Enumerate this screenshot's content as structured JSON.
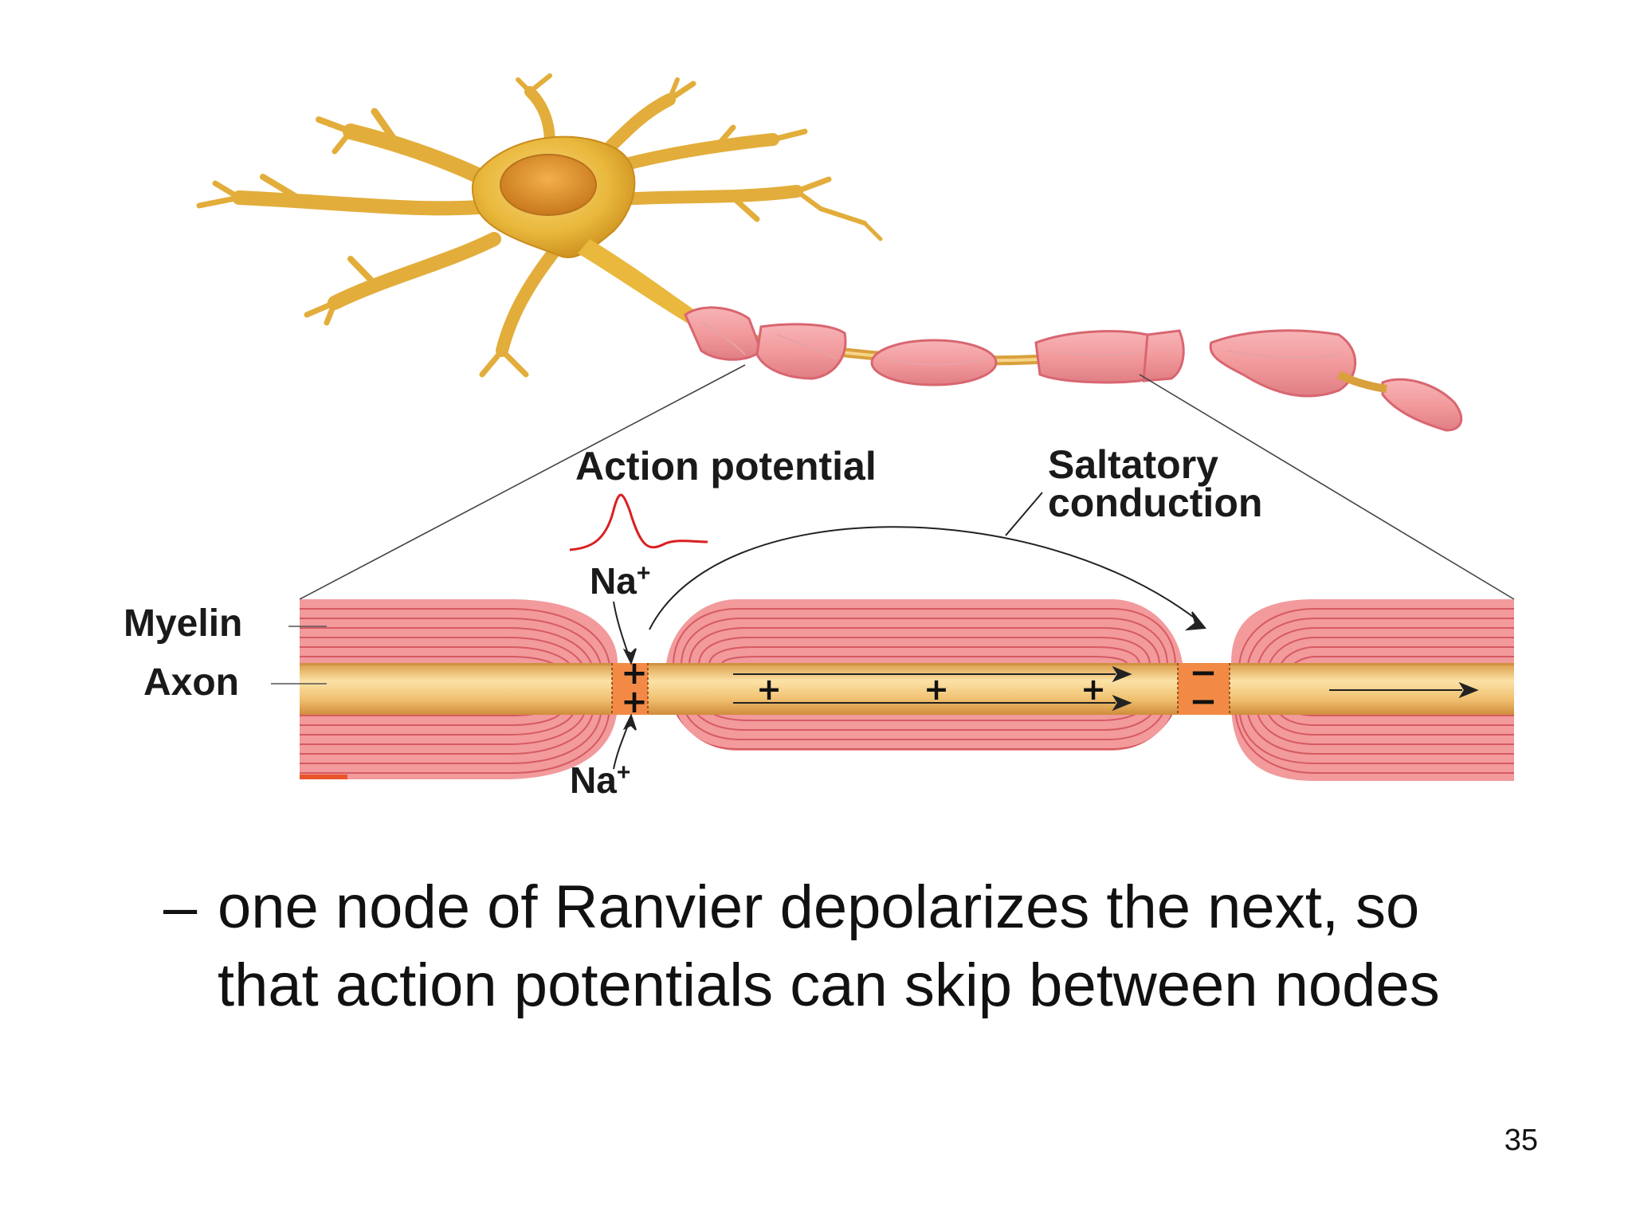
{
  "diagram": {
    "labels": {
      "action_potential": "Action potential",
      "saltatory_line1": "Saltatory",
      "saltatory_line2": "conduction",
      "na_top": "Na",
      "na_bottom": "Na",
      "na_superscript": "+",
      "myelin": "Myelin",
      "axon": "Axon"
    },
    "charges": {
      "node1": [
        "+",
        "+"
      ],
      "internode_signs": [
        "+",
        "+",
        "+"
      ],
      "node2": [
        "−",
        "−"
      ]
    },
    "icons": [
      "neuron-illustration",
      "action-potential-trace-icon",
      "saltatory-jump-arrow-icon"
    ],
    "colors": {
      "myelin": "#f29a9c",
      "myelin_line": "#d65a62",
      "axon": "#f0c070",
      "node": "#f28a45",
      "neuron": "#e9b83c",
      "trace": "#d92020"
    }
  },
  "slide": {
    "bullet_dash": "–",
    "bullet_text": "one node of Ranvier depolarizes the next, so that action potentials can skip between nodes",
    "page_number": "35"
  }
}
